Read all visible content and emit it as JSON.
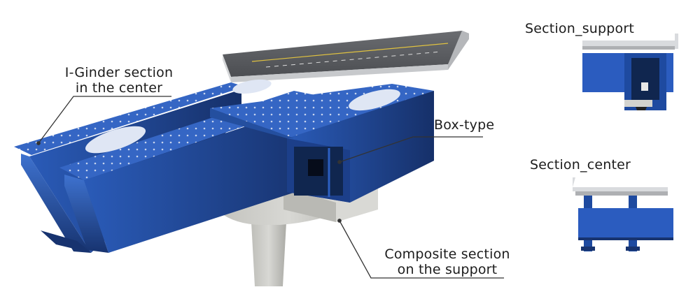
{
  "labels": {
    "i_girder": {
      "line1": "I-Ginder section",
      "line2": "in the center"
    },
    "box_type": "Box-type",
    "composite": {
      "line1": "Composite section",
      "line2": "on the support"
    },
    "section_support": "Section_support",
    "section_center": "Section_center"
  },
  "colors": {
    "steel_blue": "#1f4fa8",
    "steel_blue_dark": "#17336f",
    "steel_blue_light": "#3e72cf",
    "concrete": "#c9c9c4",
    "concrete_dark": "#a7a7a2",
    "deck_top": "#5b5d60",
    "deck_edge": "#d4d6d8",
    "leader_line": "#333333"
  },
  "icons": {
    "bridge_model": "bridge-3d-illustration",
    "support_section": "support-cross-section-diagram",
    "center_section": "center-cross-section-diagram"
  }
}
